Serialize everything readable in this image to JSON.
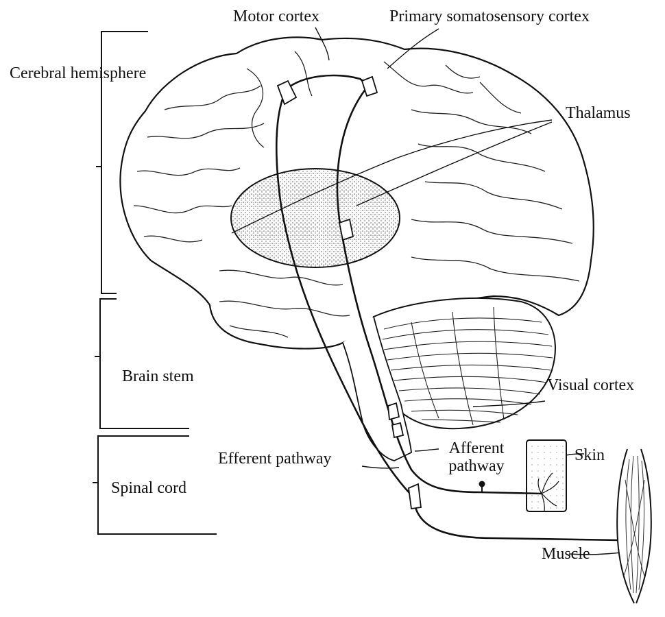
{
  "labels": {
    "motor_cortex": "Motor cortex",
    "primary_somatosensory_cortex": "Primary somatosensory cortex",
    "cerebral_hemisphere": "Cerebral hemisphere",
    "thalamus": "Thalamus",
    "brain_stem": "Brain stem",
    "visual_cortex": "Visual cortex",
    "afferent_pathway_line1": "Afferent",
    "afferent_pathway_line2": "pathway",
    "skin": "Skin",
    "efferent_pathway": "Efferent pathway",
    "spinal_cord": "Spinal cord",
    "muscle": "Muscle"
  },
  "colors": {
    "ink": "#111111",
    "background": "#ffffff",
    "stipple": "#555555"
  }
}
